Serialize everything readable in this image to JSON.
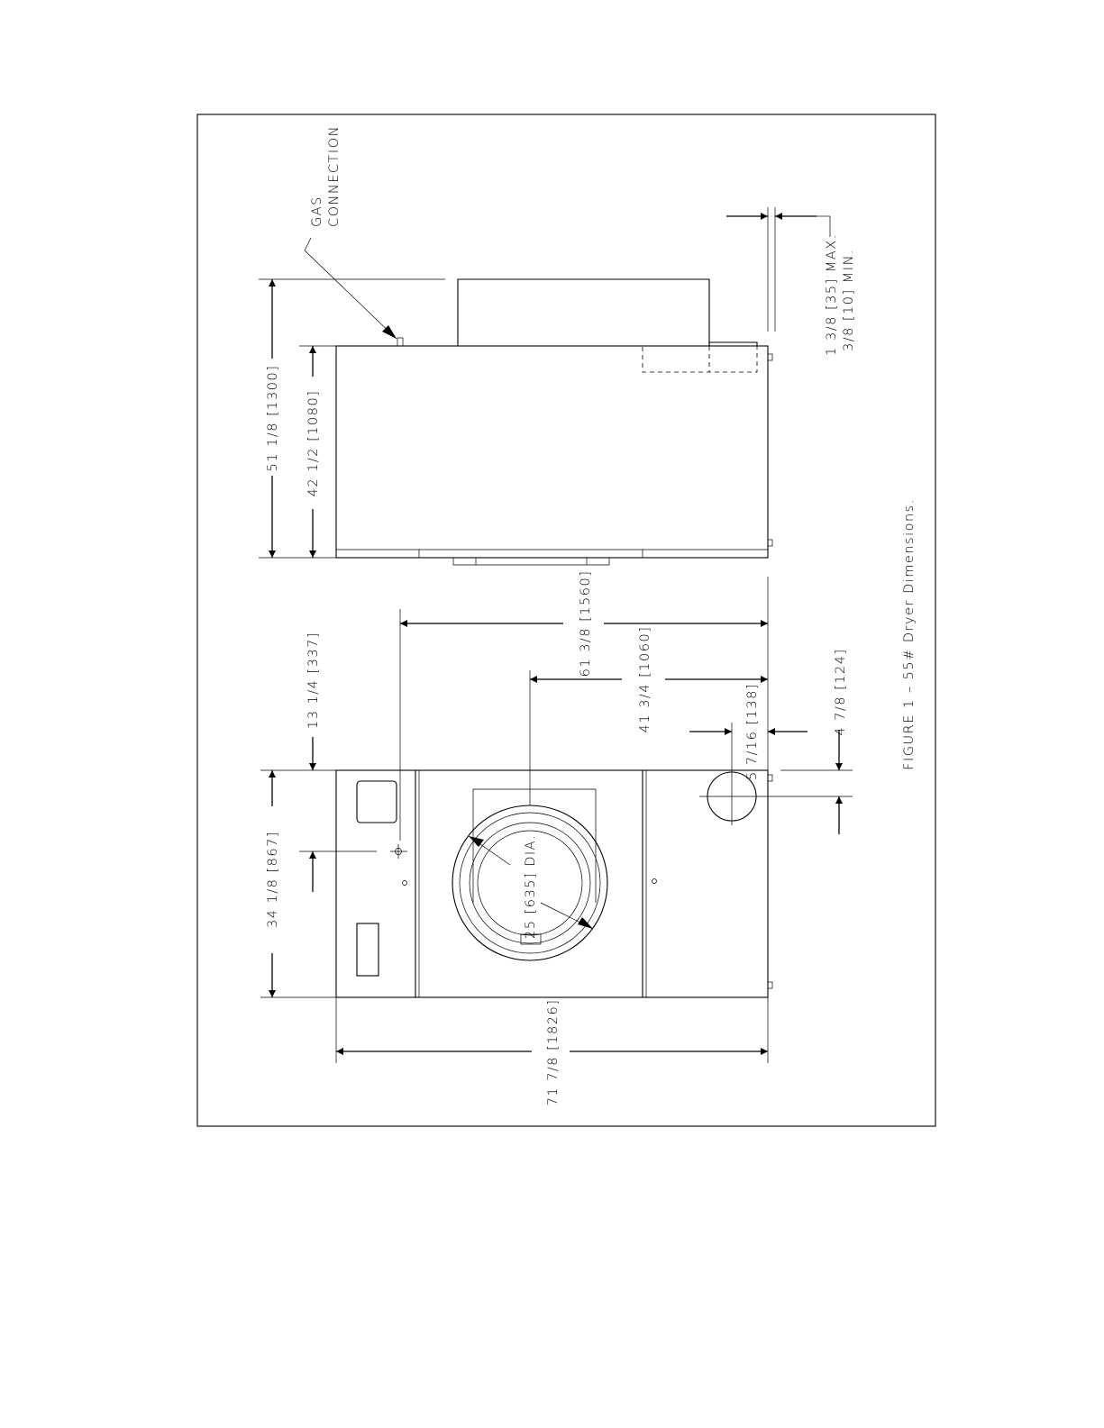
{
  "figure": {
    "caption": "FIGURE 1 – 55# Dryer Dimensions."
  },
  "labels": {
    "gas_connection_line1": "GAS",
    "gas_connection_line2": "CONNECTION",
    "offset_max": "1 3/8 [35] MAX.",
    "offset_min": "3/8 [10] MIN."
  },
  "dimensions": {
    "overall_depth": "51 1/8 [1300]",
    "cabinet_depth": "42 1/2 [1080]",
    "gas_height": "61 3/8 [1560]",
    "duct_height": "41 3/4 [1060]",
    "duct_offset": "5 7/16 [138]",
    "duct_diameter_offset": "4 7/8 [124]",
    "side_offset": "13 1/4 [337]",
    "width_to_gas": "34 1/8 [867]",
    "door_diameter": "25 [635] DIA.",
    "overall_height": "71 7/8 [1826]"
  }
}
